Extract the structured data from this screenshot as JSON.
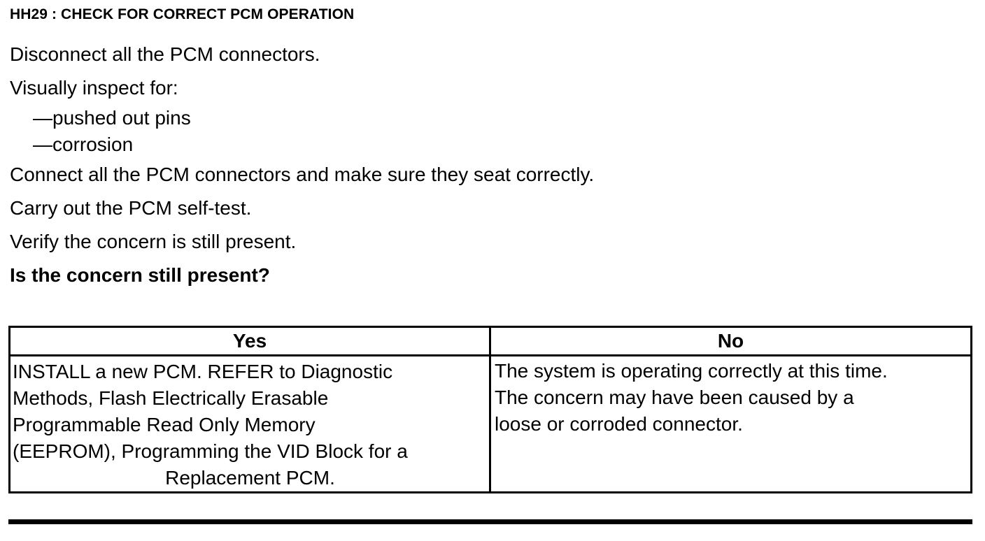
{
  "document": {
    "step_id": "HH29",
    "step_title": "HH29 : CHECK FOR CORRECT PCM OPERATION"
  },
  "instructions": {
    "lines": [
      "Disconnect all the PCM connectors.",
      "Visually inspect for:"
    ],
    "bullets": [
      "—pushed out pins",
      "—corrosion"
    ],
    "lines_after": [
      "Connect all the PCM connectors and make sure they seat correctly.",
      "Carry out the PCM self-test.",
      "Verify the concern is still present."
    ],
    "question": "Is the concern still present?"
  },
  "decision_table": {
    "headers": {
      "yes": "Yes",
      "no": "No"
    },
    "yes_cell": {
      "lines": [
        "INSTALL a new PCM. REFER to Diagnostic",
        "Methods, Flash Electrically Erasable",
        "Programmable Read Only Memory",
        "(EEPROM), Programming the VID Block for a"
      ],
      "last_line": "Replacement PCM.",
      "full_text": "INSTALL a new PCM. REFER to Diagnostic Methods, Flash Electrically Erasable Programmable Read Only Memory (EEPROM), Programming the VID Block for a Replacement PCM."
    },
    "no_cell": {
      "lines": [
        "The system is operating correctly at this time.",
        "The concern may have been caused by a",
        "loose or corroded connector."
      ],
      "full_text": "The system is operating correctly at this time. The concern may have been caused by a loose or corroded connector."
    }
  },
  "colors": {
    "background": "#ffffff",
    "text": "#000000",
    "rule": "#000000"
  }
}
